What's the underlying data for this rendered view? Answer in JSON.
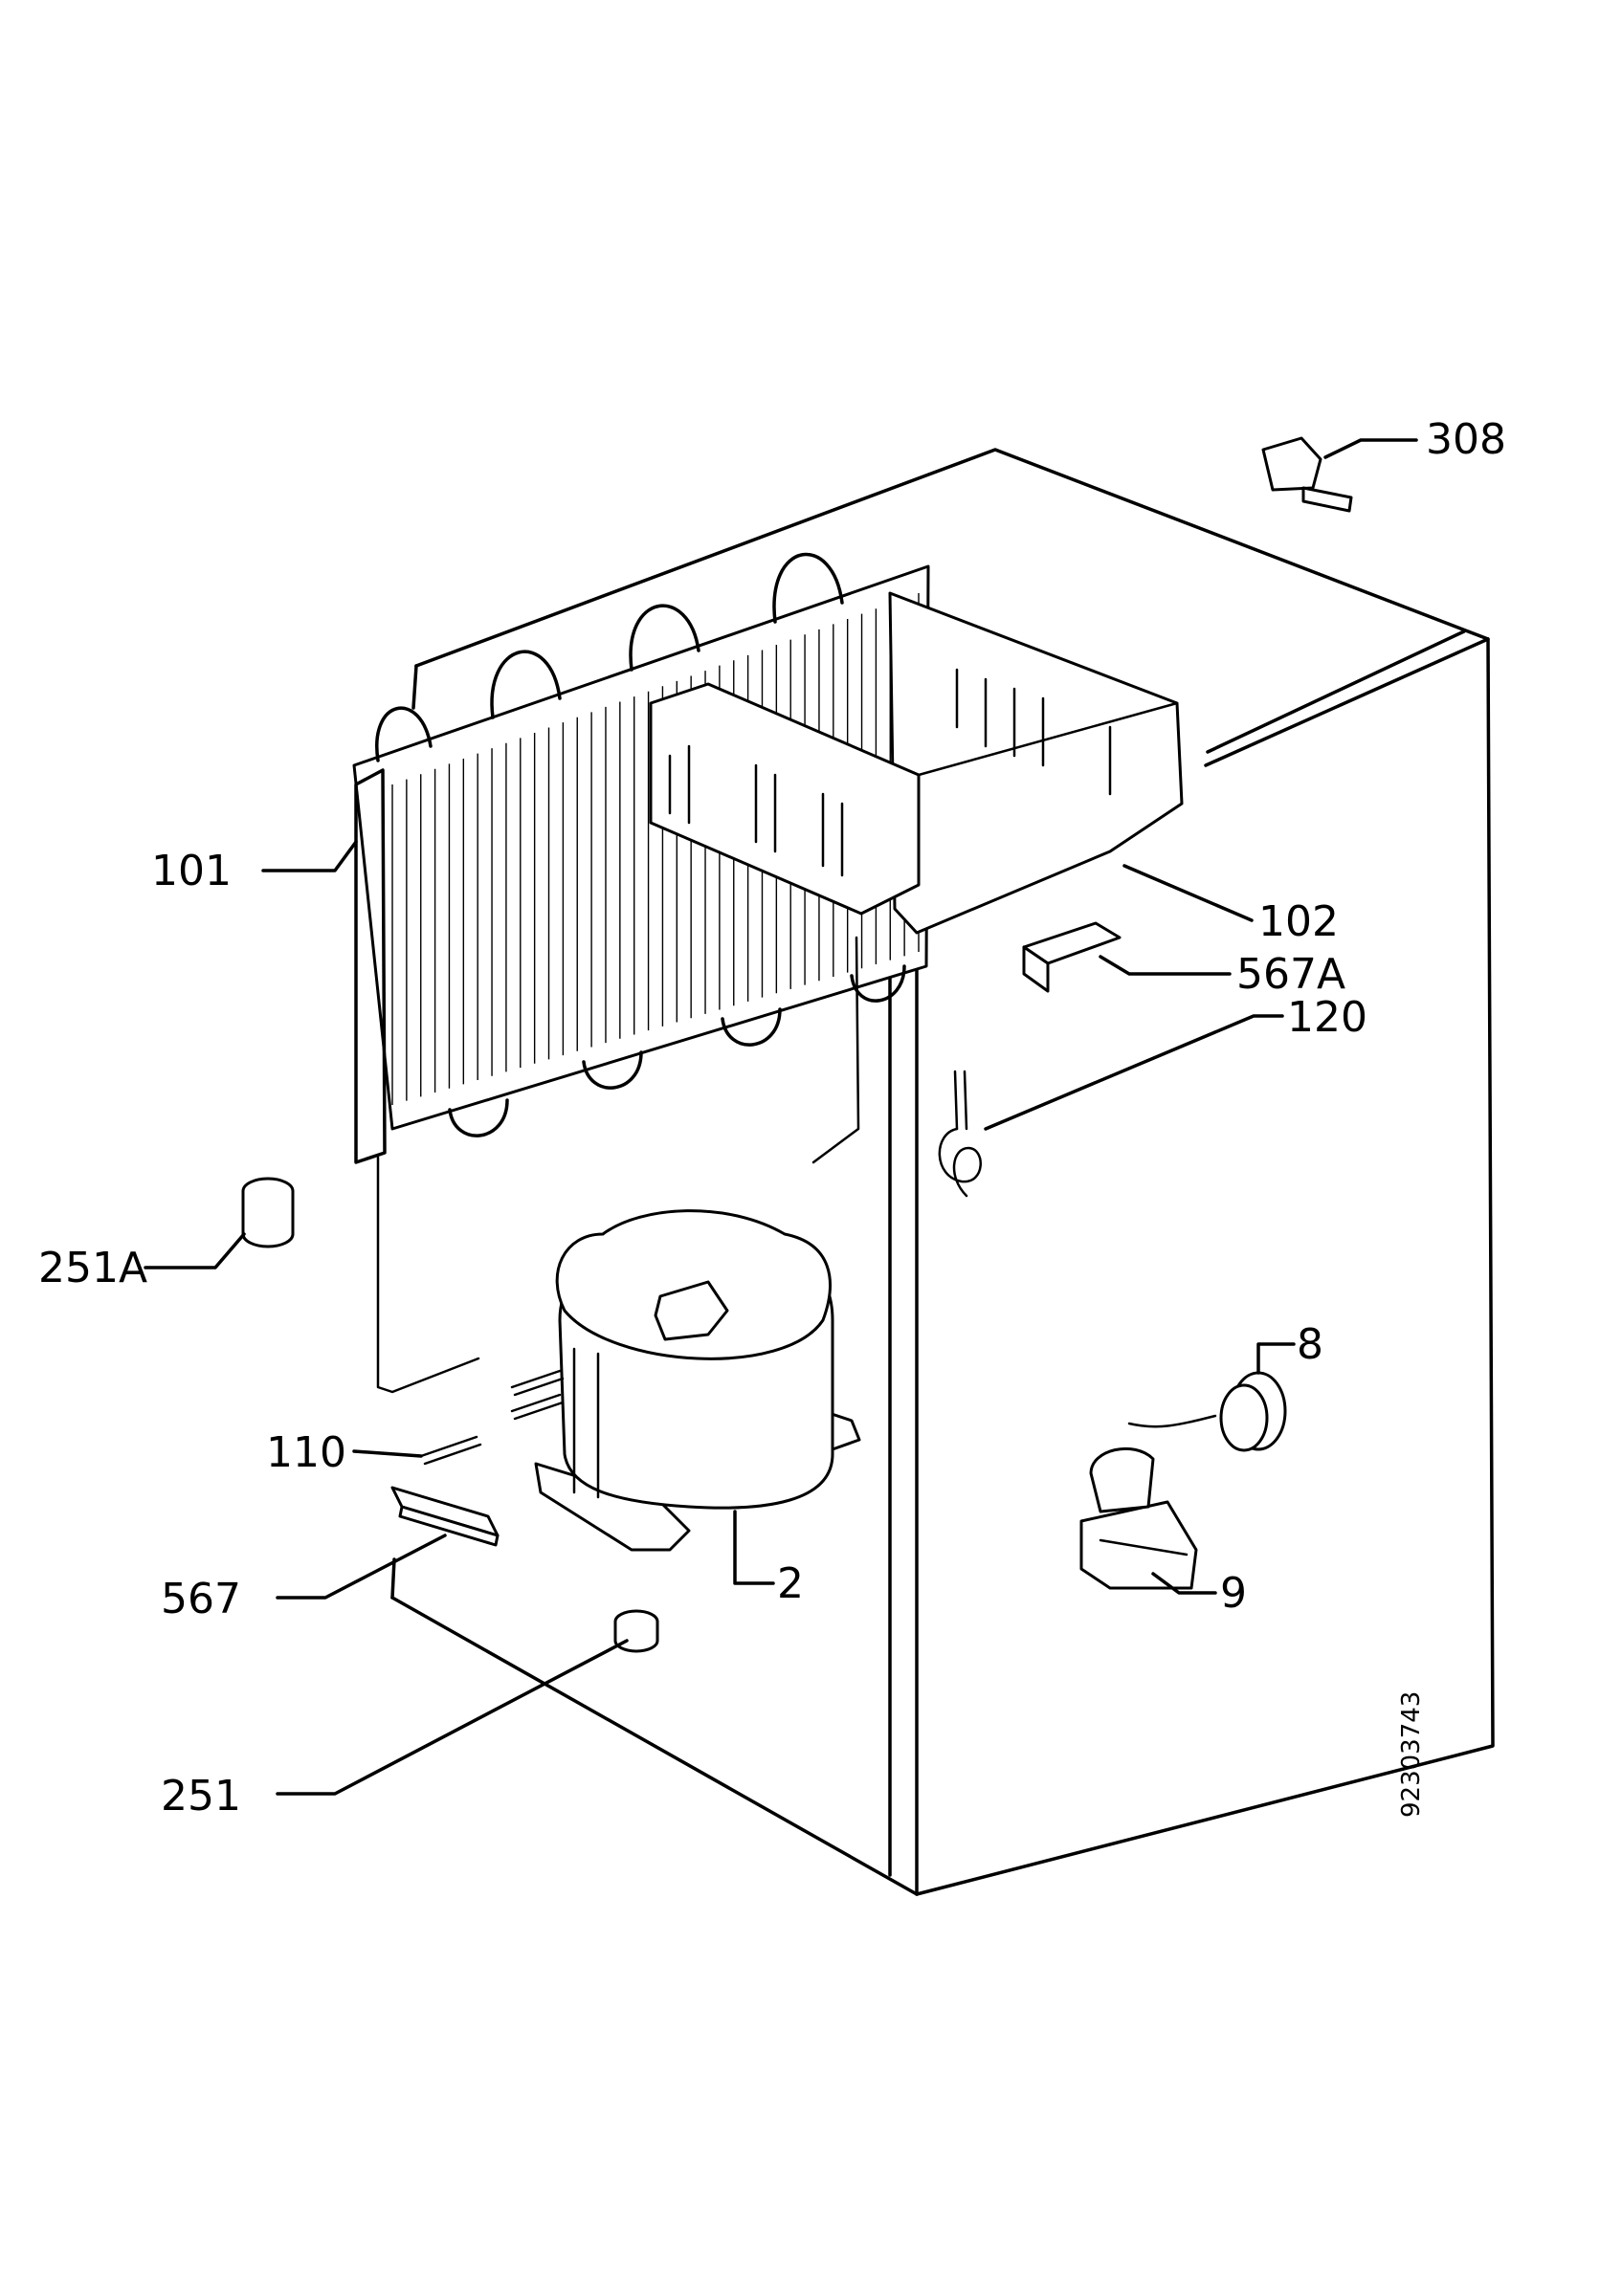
{
  "labels": {
    "p308": "308",
    "p101": "101",
    "p102": "102",
    "p567a": "567A",
    "p120": "120",
    "p251a": "251A",
    "p8": "8",
    "p110": "110",
    "p567": "567",
    "p2": "2",
    "p9": "9",
    "p251": "251"
  },
  "document_number": "92303743"
}
